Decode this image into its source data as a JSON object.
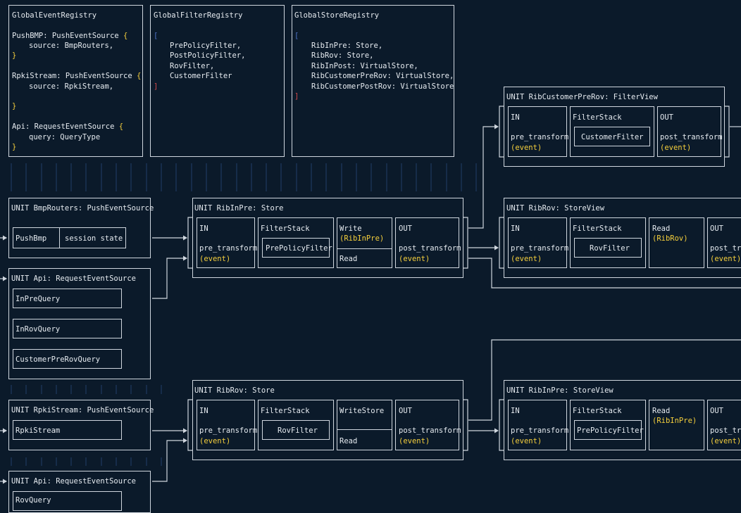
{
  "colors": {
    "background": "#0b1a2a",
    "stroke": "#cfd6de",
    "text": "#e6ebf0",
    "brace": "#f5cf3c",
    "bracket_open": "#4d73c6",
    "bracket_close": "#d44a4a"
  },
  "registries": {
    "event": {
      "title": "GlobalEventRegistry",
      "bmp_decl": "PushBMP: PushEventSource",
      "bmp_field": "source: BmpRouters,",
      "rpki_decl": "RpkiStream: PushEventSource",
      "rpki_field": "source: RpkiStream,",
      "api_decl": "Api: RequestEventSource",
      "api_field": "query: QueryType"
    },
    "filter": {
      "title": "GlobalFilterRegistry",
      "items": [
        "PrePolicyFilter,",
        "PostPolicyFilter,",
        "RovFilter,",
        "CustomerFilter"
      ]
    },
    "store": {
      "title": "GlobalStoreRegistry",
      "items": [
        "RibInPre: Store,",
        "RibRov: Store,",
        "RibInPost: VirtualStore,",
        "RibCustomerPreRov: VirtualStore,",
        "RibCustomerPostRov: VirtualStore"
      ]
    }
  },
  "sources": {
    "bmp": {
      "title": "UNIT BmpRouters: PushEventSource",
      "cells": [
        "PushBmp",
        "session state"
      ]
    },
    "api1": {
      "title": "UNIT Api: RequestEventSource",
      "queries": [
        "InPreQuery",
        "InRovQuery",
        "CustomerPreRovQuery"
      ]
    },
    "rpki": {
      "title": "UNIT RpkiStream: PushEventSource",
      "item": "RpkiStream"
    },
    "api2": {
      "title": "UNIT Api: RequestEventSource",
      "query": "RovQuery"
    }
  },
  "common": {
    "in": "IN",
    "out": "OUT",
    "filterstack": "FilterStack",
    "pre": "pre_transform",
    "post": "post_transform",
    "event": "(event)",
    "read": "Read"
  },
  "units": {
    "ribinpre_store": {
      "title": "UNIT RibInPre: Store",
      "filter": "PrePolicyFilter",
      "write": "Write",
      "write_arg": "(RibInPre)"
    },
    "ribcust_view": {
      "title": "UNIT RibCustomerPreRov: FilterView",
      "filter": "CustomerFilter"
    },
    "ribrov_view": {
      "title": "UNIT RibRov: StoreView",
      "filter": "RovFilter",
      "read_arg": "(RibRov)"
    },
    "ribrov_store": {
      "title": "UNIT RibRov: Store",
      "filter": "RovFilter",
      "write": "WriteStore"
    },
    "ribinpre_view": {
      "title": "UNIT RibInPre: StoreView",
      "filter": "PrePolicyFilter",
      "read_arg": "(RibInPre)"
    }
  }
}
